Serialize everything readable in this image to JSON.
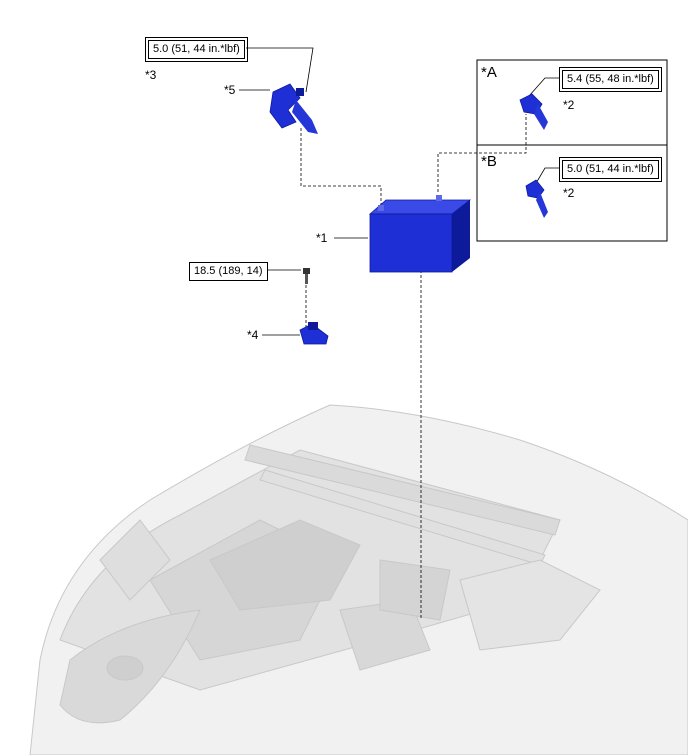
{
  "torque": {
    "t5": "5.0 (51, 44 in.*lbf)",
    "tA": "5.4 (55, 48 in.*lbf)",
    "tB": "5.0 (51, 44 in.*lbf)",
    "t4": "18.5 (189, 14)"
  },
  "labels": {
    "n1": "*1",
    "n2a": "*2",
    "n2b": "*2",
    "n3": "*3",
    "n4": "*4",
    "n5": "*5",
    "A": "*A",
    "B": "*B"
  },
  "colors": {
    "part_blue": "#1f2fd6",
    "part_blue_dark": "#0d1a9a",
    "car_gray": "#e6e6e6"
  }
}
